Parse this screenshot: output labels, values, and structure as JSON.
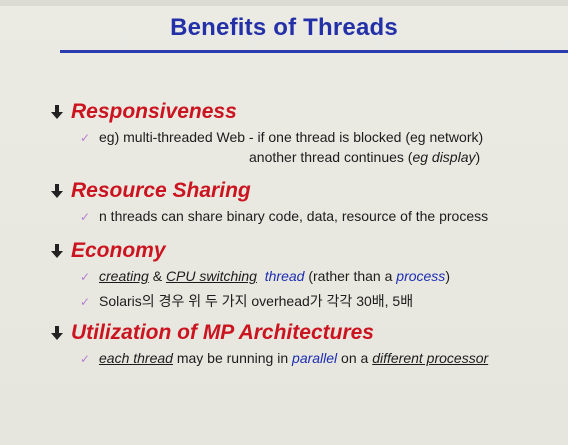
{
  "title": "Benefits of Threads",
  "colors": {
    "title": "#2330a8",
    "heading": "#cc1420",
    "accent_blue": "#1d2db3",
    "check": "#b57fd0"
  },
  "icons": {
    "bullet": "arrow-bullet-icon",
    "sub_bullet": "check-mark-icon"
  },
  "sections": [
    {
      "heading": "Responsiveness",
      "lines": [
        {
          "a": "eg) multi-threaded Web  - if one thread is blocked (eg network)",
          "cont1": "another thread  continues (",
          "cont2": "eg  display",
          "cont3": ")"
        }
      ]
    },
    {
      "heading": "Resource Sharing",
      "lines": [
        {
          "a": "n threads  can share binary code, data, resource of the process"
        }
      ]
    },
    {
      "heading": "Economy",
      "lines": [
        {
          "p1": "creating",
          "p2": " & ",
          "p3": "CPU switching",
          "p4": "thread",
          "p5": " (rather than a ",
          "p6": "process",
          "p7": ")"
        },
        {
          "a": "Solaris의 경우 위 두 가지 overhead가 각각 30배, 5배"
        }
      ]
    },
    {
      "heading": "Utilization of MP Architectures",
      "lines": [
        {
          "p1": "each thread",
          "p2": " may be running in ",
          "p3": "parallel",
          "p4": " on a ",
          "p5": "different processor"
        }
      ]
    }
  ]
}
